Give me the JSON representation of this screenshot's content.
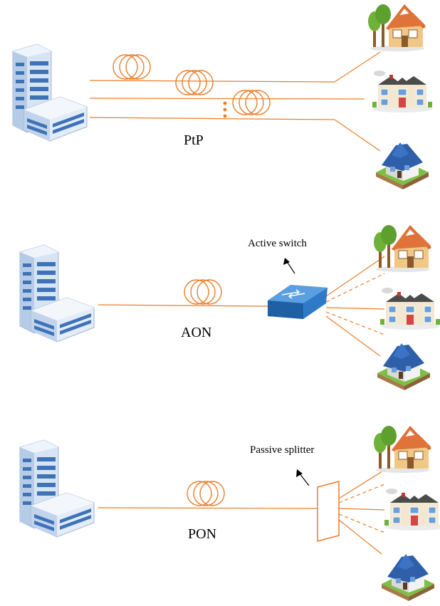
{
  "diagram": {
    "sections": [
      {
        "id": "ptp",
        "label": "PtP"
      },
      {
        "id": "aon",
        "label": "AON",
        "device_label": "Active switch"
      },
      {
        "id": "pon",
        "label": "PON",
        "device_label": "Passive splitter"
      }
    ],
    "icons": {
      "central_office": "office-building-icon",
      "house_a": "house-with-tree-icon",
      "house_b": "townhouse-icon",
      "house_c": "blue-roof-house-icon",
      "fiber": "fiber-coil-icon",
      "switch": "network-switch-icon",
      "splitter": "optical-splitter-icon"
    },
    "colors": {
      "fiber": "#e87d2a",
      "switch": "#2f7ac6",
      "building": "#8fb7e6",
      "roof_orange": "#e0733a",
      "roof_blue": "#2f5fa8",
      "tree": "#6fb23a"
    }
  }
}
